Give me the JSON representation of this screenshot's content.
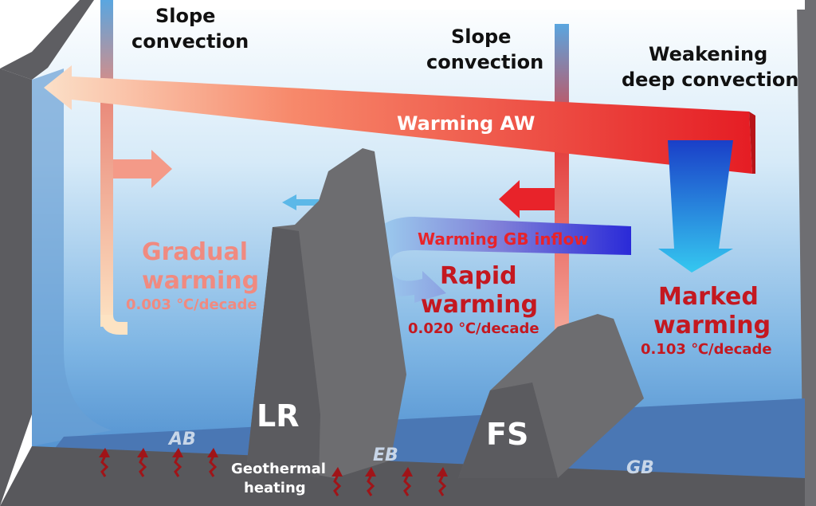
{
  "labels": {
    "slope_convection_left_1": "Slope",
    "slope_convection_left_2": "convection",
    "slope_convection_mid_1": "Slope",
    "slope_convection_mid_2": "convection",
    "weakening_1": "Weakening",
    "weakening_2": "deep convection",
    "warming_aw": "Warming AW",
    "warming_gb_inflow": "Warming GB inflow",
    "gradual_1": "Gradual",
    "gradual_2": "warming",
    "gradual_rate": "0.003 ℃/decade",
    "rapid_1": "Rapid",
    "rapid_2": "warming",
    "rapid_rate": "0.020 ℃/decade",
    "marked_1": "Marked",
    "marked_2": "warming",
    "marked_rate": "0.103 ℃/decade",
    "lr": "LR",
    "fs": "FS",
    "ab": "AB",
    "eb": "EB",
    "gb": "GB",
    "geothermal_1": "Geothermal",
    "geothermal_2": "heating"
  },
  "colors": {
    "ridge_gray": "#6d6d70",
    "basin_blue": "#4a77b4",
    "warm_red": "#e8232a",
    "pink_text": "#f08a80",
    "dark_red_text": "#c41820",
    "geothermal_arrow": "#a01418"
  }
}
